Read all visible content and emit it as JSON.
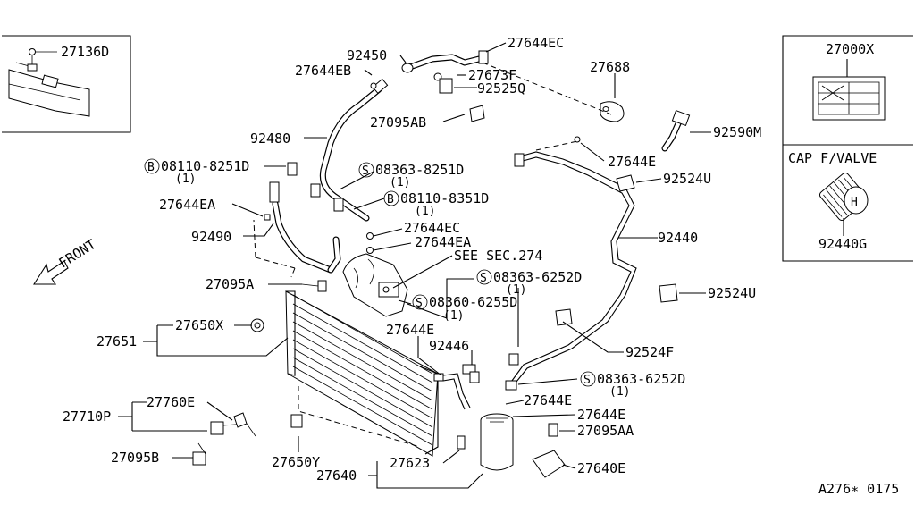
{
  "title_code": "A276∗ 0175",
  "labels": {
    "p27136D": "27136D",
    "p92450": "92450",
    "p27644EC_top": "27644EC",
    "p27644EB": "27644EB",
    "p27673F": "27673F",
    "p92525Q": "92525Q",
    "p27688": "27688",
    "p27095AB": "27095AB",
    "p92480": "92480",
    "p92590M": "92590M",
    "p27644E_r": "27644E",
    "p08110_8251D": "08110-8251D",
    "p08110_8251D_q": "(1)",
    "p08363_8251D": "08363-8251D",
    "p08363_8251D_q": "(1)",
    "p92524U_top": "92524U",
    "p08110_8351D": "08110-8351D",
    "p08110_8351D_q": "(1)",
    "p27644EA_l": "27644EA",
    "p27644EC_mid": "27644EC",
    "p27644EA_mid": "27644EA",
    "p92490": "92490",
    "p92440": "92440",
    "p_see_sec": "SEE SEC.274",
    "front": "FRONT",
    "p27095A": "27095A",
    "p08363_6252D": "08363-6252D",
    "p08363_6252D_q": "(1)",
    "p92524U_mid": "92524U",
    "p08360_6255D": "08360-6255D",
    "p08360_6255D_q": "(1)",
    "p27650X": "27650X",
    "p27651": "27651",
    "p27644E_mid": "27644E",
    "p92446": "92446",
    "p92524F": "92524F",
    "p08363_6252D_b": "08363-6252D",
    "p08363_6252D_b_q": "(1)",
    "p27644E_c": "27644E",
    "p27760E": "27760E",
    "p27710P": "27710P",
    "p27644E_d": "27644E",
    "p27095AA": "27095AA",
    "p27095B": "27095B",
    "p27650Y": "27650Y",
    "p27623": "27623",
    "p27640E": "27640E",
    "p27640": "27640",
    "p27000X": "27000X",
    "cap_title": "CAP F/VALVE",
    "p92440G": "92440G",
    "circle_B": "B",
    "circle_S": "S",
    "valve_H": "H"
  }
}
